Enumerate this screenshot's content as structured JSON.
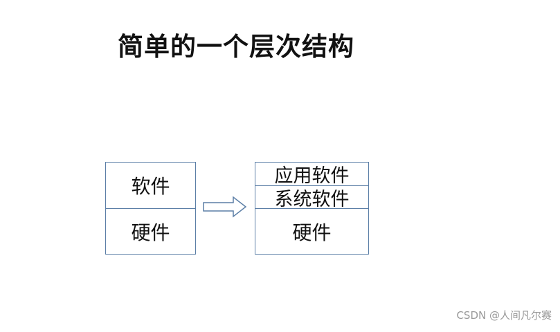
{
  "title": "简单的一个层次结构",
  "left_stack": {
    "top_label": "软件",
    "bottom_label": "硬件"
  },
  "right_stack": {
    "app_label": "应用软件",
    "system_label": "系统软件",
    "hardware_label": "硬件"
  },
  "watermark": "CSDN @人间凡尔赛",
  "colors": {
    "box_border": "#5b7ea6",
    "arrow_border": "#5b7ea6",
    "text": "#111111",
    "watermark": "#999999"
  }
}
